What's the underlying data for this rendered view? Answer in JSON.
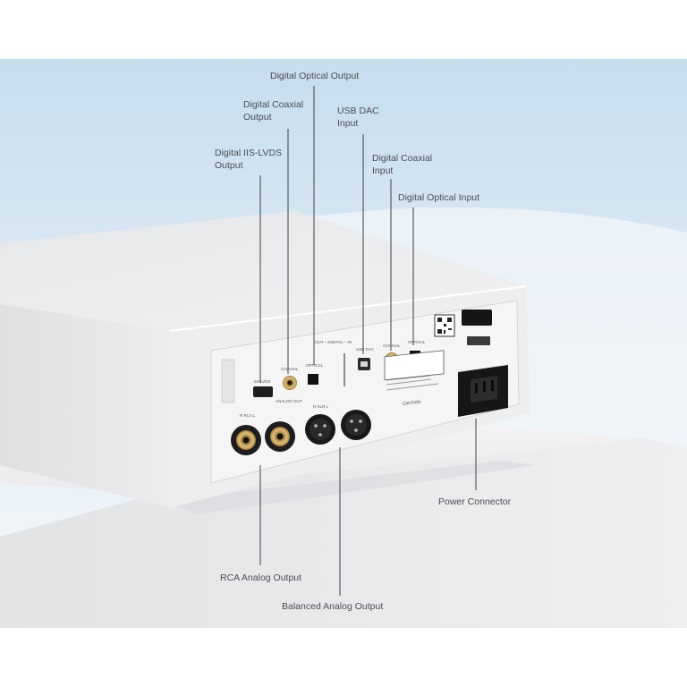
{
  "labels": {
    "digital_optical_output": "Digital Optical Output",
    "digital_coaxial_output": [
      "Digital Coaxial",
      "Output"
    ],
    "usb_dac_input": [
      "USB DAC",
      "Input"
    ],
    "digital_iis_lvds_output": [
      "Digital IIS-LVDS",
      "Output"
    ],
    "digital_coaxial_input": [
      "Digital Coaxial",
      "Input"
    ],
    "digital_optical_input": "Digital Optical Input",
    "power_connector": "Power Connector",
    "rca_analog_output": "RCA Analog Output",
    "balanced_analog_output": "Balanced Analog Output"
  },
  "panel_text": {
    "iis_lvds": "IIS-LVDS",
    "coaxial_out": "COAXIAL",
    "optical_out": "OPTICAL",
    "out_digital_in": "OUT – DIGITAL – IN",
    "usb_dac": "USB DAC",
    "coaxial_in": "COAXIAL",
    "optical_in": "OPTICAL",
    "analog_out": "ANALOG OUT",
    "rca_group": "R   RCA   L",
    "xlr_group": "R   XLR   L",
    "caution": "CAUTION"
  },
  "colors": {
    "sky_top": "#c9e0f0",
    "sky_bottom": "#f4f7fa",
    "device_body": "#e9eaec",
    "back_panel": "#f3f3f4",
    "leader_line": "#3d3f44"
  }
}
